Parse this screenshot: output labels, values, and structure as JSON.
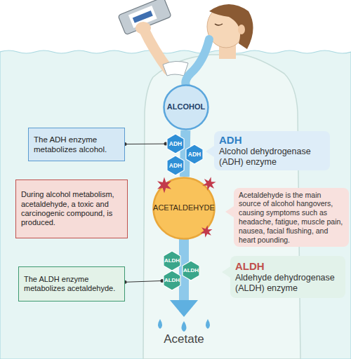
{
  "diagram": {
    "nodes": [
      {
        "text": [
          "ALCOHOL"
        ]
      },
      {
        "text": [
          "The ADH enzyme metabolizes alcohol."
        ]
      },
      {
        "text": [
          "ADH"
        ]
      },
      {
        "text": [
          "ADH"
        ]
      },
      {
        "text": [
          "ADH"
        ]
      },
      {
        "text": [
          "ADH",
          "Alcohol dehydrogenase (ADH) enzyme"
        ]
      },
      {
        "text": [
          "During alcohol metabolism, acetaldehyde, a toxic and carcinogenic compound, is produced."
        ]
      },
      {
        "text": [
          "ACETALDEHYDE"
        ]
      },
      {
        "text": [
          "Acetaldehyde is the main source of alcohol hangovers, causing symptoms such as headache, fatigue, muscle pain, nausea, facial flushing, and heart pounding."
        ]
      },
      {
        "text": [
          "ALDH"
        ]
      },
      {
        "text": [
          "ALDH"
        ]
      },
      {
        "text": [
          "ALDH"
        ]
      },
      {
        "text": [
          "The ALDH enzyme metabolizes acetaldehyde."
        ]
      },
      {
        "text": [
          "ALDH",
          "Aldehyde dehydrogenase (ALDH) enzyme"
        ]
      }
    ],
    "edges": [
      {
        "from": 0,
        "to": 7,
        "arrow": "none"
      },
      {
        "from": 1,
        "to": 2,
        "arrow": "none"
      },
      {
        "from": 12,
        "to": 11,
        "arrow": "none"
      }
    ],
    "labels": [
      "Acetate"
    ]
  }
}
